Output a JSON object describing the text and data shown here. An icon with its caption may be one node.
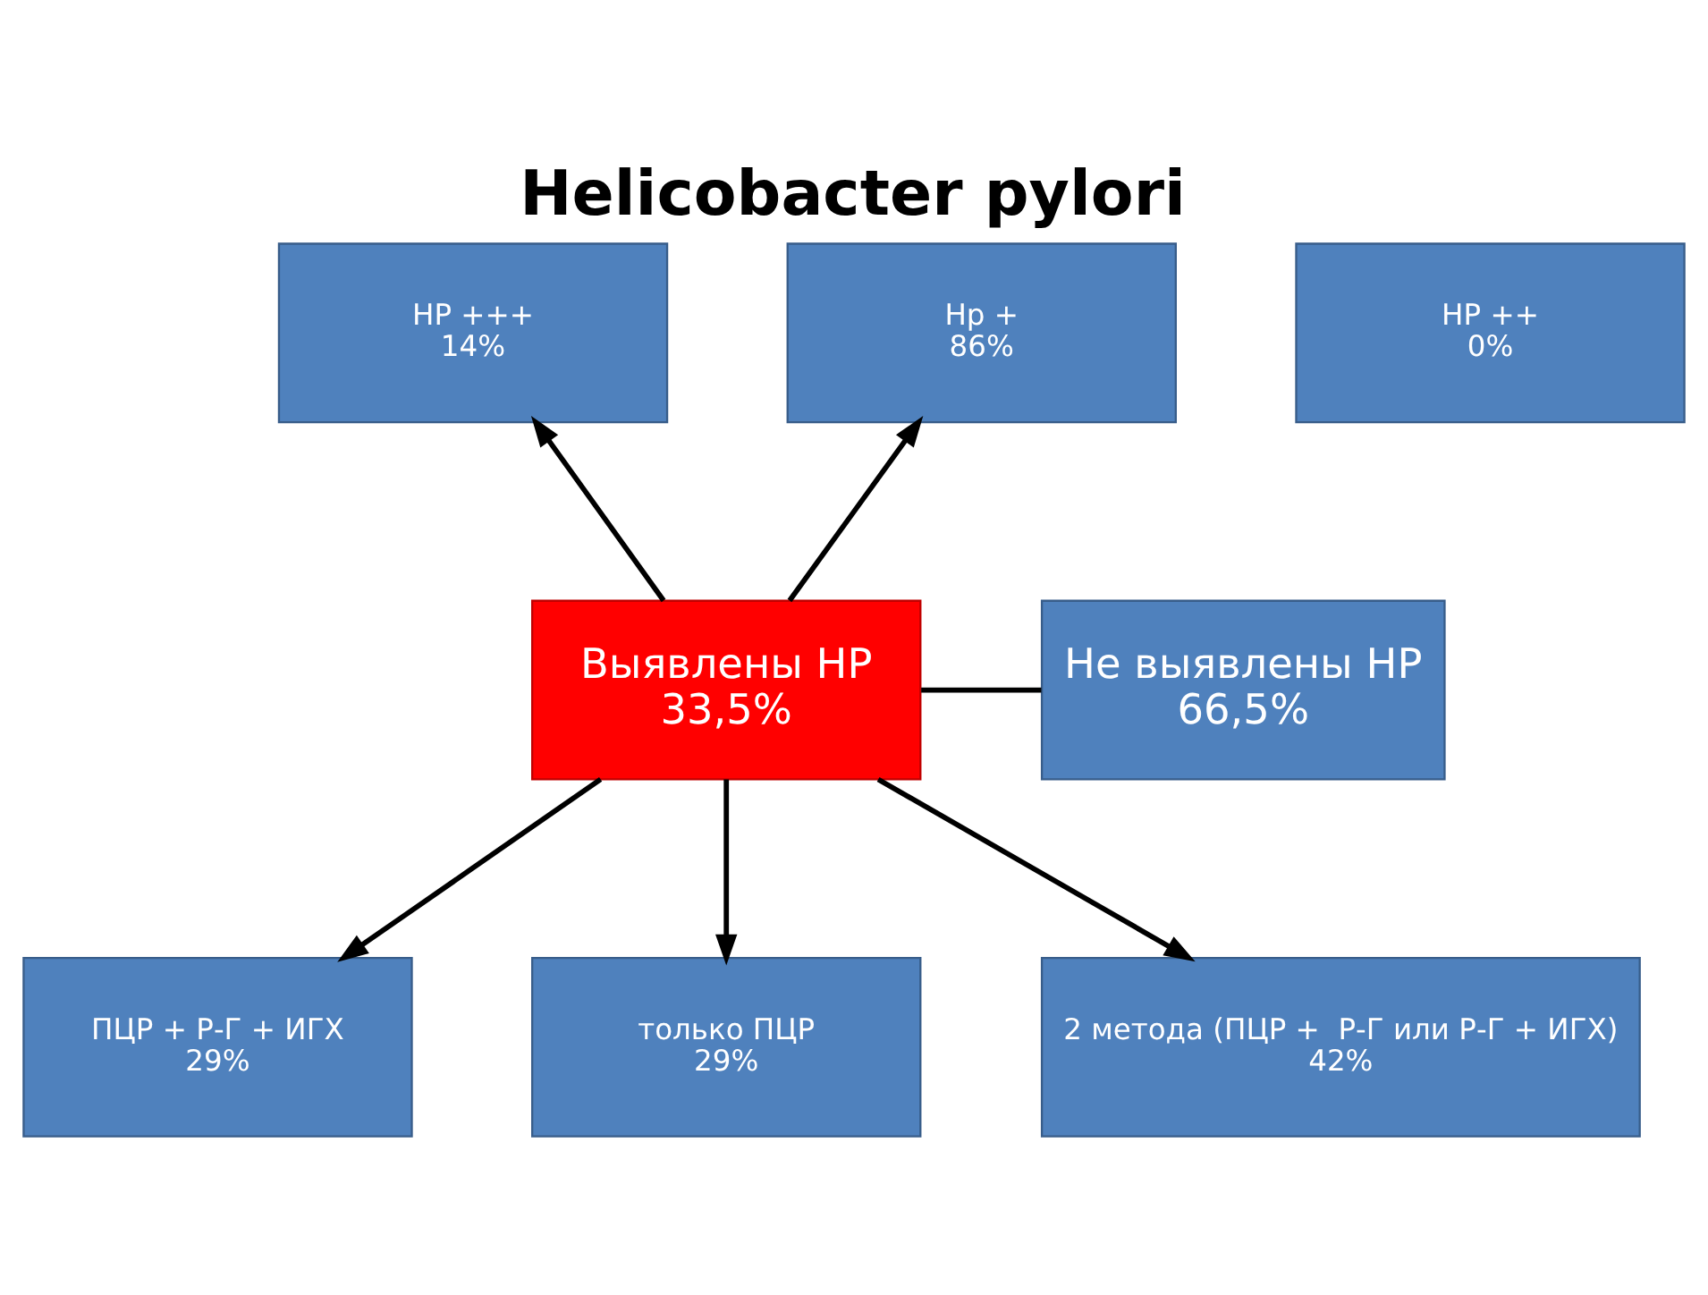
{
  "diagram": {
    "title": "Helicobacter pylori",
    "nodes": [
      {
        "text": [
          "HP +++",
          "14%"
        ]
      },
      {
        "text": [
          "HP ++",
          "0%"
        ]
      },
      {
        "text": [
          "Hp +",
          "86%"
        ]
      },
      {
        "text": [
          "Выявлены HP",
          "33,5%"
        ]
      },
      {
        "text": [
          "Не выявлены HP",
          "66,5%"
        ]
      },
      {
        "text": [
          "ПЦР + Р-Г + ИГХ",
          "29%"
        ]
      },
      {
        "text": [
          "только ПЦР",
          "29%"
        ]
      },
      {
        "text": [
          "2 метода (ПЦР +  Р-Г или Р-Г + ИГХ)",
          "42%"
        ]
      }
    ],
    "edges": [
      {
        "from": 3,
        "to": 0,
        "arrow": "to"
      },
      {
        "from": 3,
        "to": 2,
        "arrow": "to"
      },
      {
        "from": 3,
        "to": 4,
        "arrow": "none"
      },
      {
        "from": 3,
        "to": 5,
        "arrow": "to"
      },
      {
        "from": 3,
        "to": 6,
        "arrow": "to"
      },
      {
        "from": 3,
        "to": 7,
        "arrow": "to"
      }
    ]
  }
}
